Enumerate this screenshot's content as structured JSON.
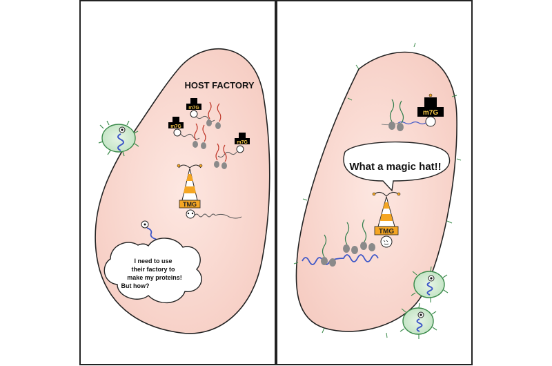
{
  "left_panel": {
    "title": "HOST FACTORY",
    "cap_label": "m7G",
    "tmg_label": "TMG",
    "thought": [
      "I need to use",
      "their factory to",
      "make my proteins!",
      "But how?"
    ]
  },
  "right_panel": {
    "speech": "What a magic hat!!",
    "cap_label": "m7G",
    "tmg_label": "TMG"
  },
  "colors": {
    "cell_fill": "#f9d6cf",
    "virus_fill": "#d4ecd4",
    "virus_outline": "#3a8a4a",
    "rna_blue": "#3b55c8",
    "ribosome": "#8a8a8a",
    "tmg_orange": "#f5a623",
    "cap_black": "#000000",
    "cap_text": "#f5c84a",
    "peptide_red": "#c0392b",
    "peptide_green": "#2e7d4a"
  }
}
